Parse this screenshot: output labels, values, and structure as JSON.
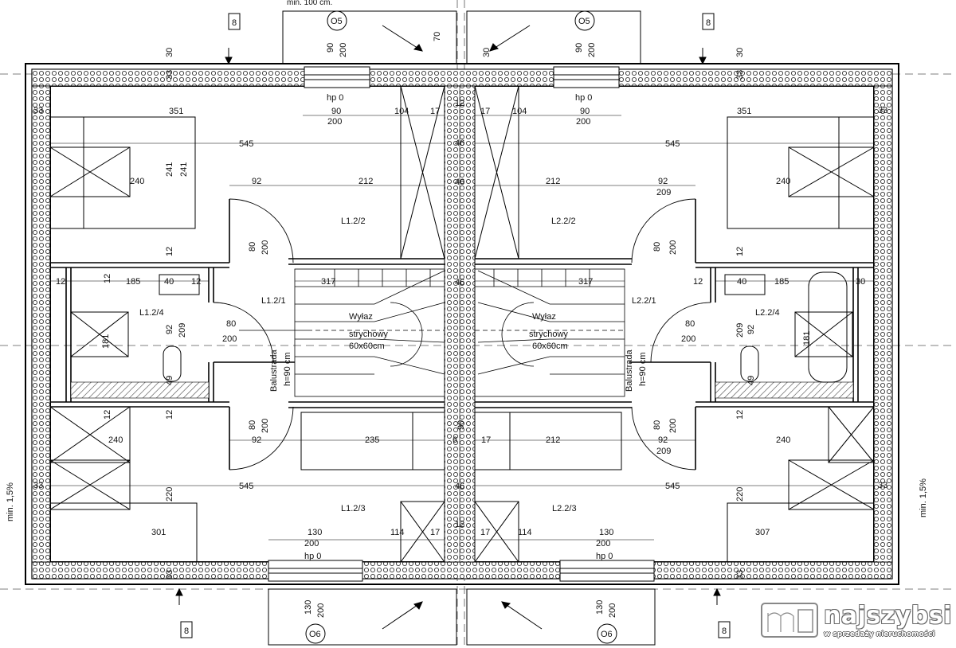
{
  "top_note": "min. 100 cm.",
  "section_marks": {
    "top": "8",
    "bottom": "8"
  },
  "window_codes": {
    "top": "O5",
    "bottom": "O6"
  },
  "parapet": "hp 0",
  "slope_left": "min. 1,5%",
  "slope_right": "min. 1,5%",
  "rooms": [
    "L1.2/2",
    "L2.2/2",
    "L1.2/1",
    "L2.2/1",
    "L1.2/4",
    "L2.2/4",
    "L1.2/3",
    "L2.2/3"
  ],
  "attic_label_1": "Wyłaz",
  "attic_label_2": "strychowy",
  "attic_label_3": "60x60cm",
  "railing_1": "Balustrada",
  "railing_2": "h=90 cm",
  "dims": {
    "d30": "30",
    "d33": "33",
    "d90": "90",
    "d200": "200",
    "d70": "70",
    "d104": "104",
    "d17": "17",
    "d12": "12",
    "d351": "351",
    "d545": "545",
    "d46": "46",
    "d241": "241",
    "d240": "240",
    "d92": "92",
    "d212": "212",
    "d209": "209",
    "d80": "80",
    "d185": "185",
    "d40": "40",
    "d317": "317",
    "d181": "181",
    "d49": "49",
    "d235": "235",
    "d6": "6",
    "d220": "220",
    "d301": "301",
    "d307": "307",
    "d130": "130",
    "d114": "114"
  },
  "brand": {
    "name": "najszybsi",
    "tagline": "w sprzedaży nieruchomości"
  }
}
